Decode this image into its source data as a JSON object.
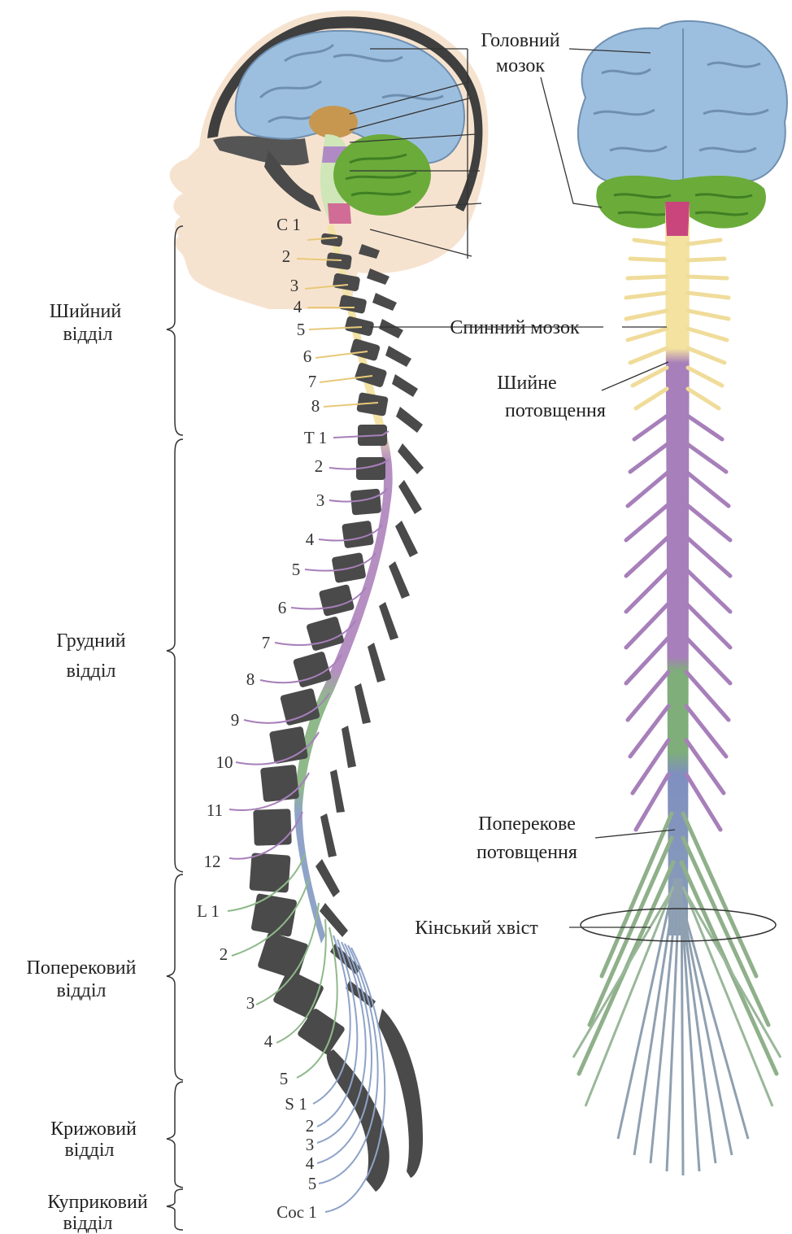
{
  "labels": {
    "brain_line1": "Головний",
    "brain_line2": "мозок",
    "spinal_cord": "Спинний мозок",
    "cervical_enl_line1": "Шийне",
    "cervical_enl_line2": "потовщення",
    "lumbar_enl_line1": "Поперекове",
    "lumbar_enl_line2": "потовщення",
    "cauda_equina": "Кінський хвіст"
  },
  "sections": [
    {
      "line1": "Шийний",
      "line2": "відділ"
    },
    {
      "line1": "Грудний",
      "line2": "відділ"
    },
    {
      "line1": "Поперековий",
      "line2": "відділ"
    },
    {
      "line1": "Крижовий",
      "line2": "відділ"
    },
    {
      "line1": "Куприковий",
      "line2": "відділ"
    }
  ],
  "vertebra_labels": {
    "cervical": [
      "C 1",
      "2",
      "3",
      "4",
      "5",
      "6",
      "7",
      "8"
    ],
    "thoracic": [
      "T 1",
      "2",
      "3",
      "4",
      "5",
      "6",
      "7",
      "8",
      "9",
      "10",
      "11",
      "12"
    ],
    "lumbar": [
      "L 1",
      "2",
      "3",
      "4",
      "5"
    ],
    "sacral": [
      "S 1",
      "2",
      "3",
      "4",
      "5"
    ],
    "coccygeal": [
      "Coc 1"
    ]
  },
  "colors": {
    "brain": "#9dbfdf",
    "cerebellum": "#6aab3a",
    "cervical_nerves": "#f0dc9a",
    "thoracic_nerves": "#a77fba",
    "lumbar_nerves": "#8fb08a",
    "sacral_nerves": "#8fa3c8",
    "vertebrae": "#4a4a4a",
    "skin": "#f6e3cf"
  }
}
